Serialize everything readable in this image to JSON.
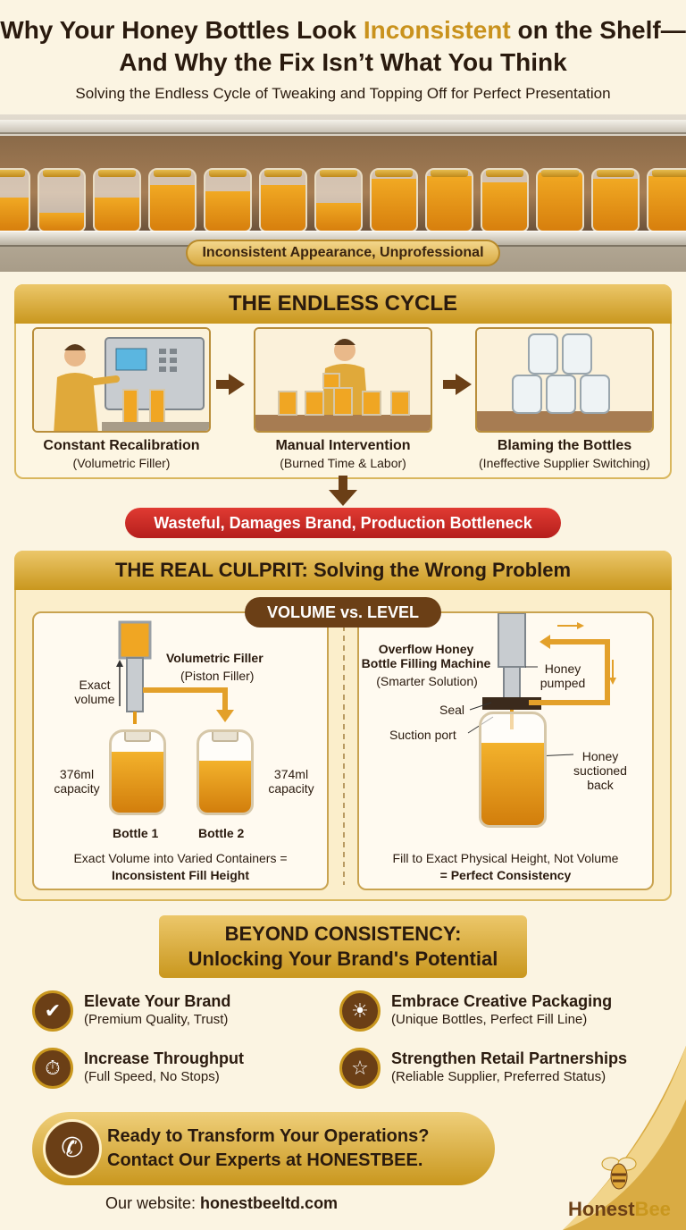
{
  "header": {
    "title_pre": "Why Your Honey Bottles Look ",
    "title_highlight": "Inconsistent",
    "title_post": " on the Shelf—And Why the Fix Isn’t What You Think",
    "subtitle": "Solving the Endless Cycle of Tweaking and Topping Off for Perfect Presentation"
  },
  "shelf": {
    "banner": "Inconsistent Appearance, Unprofessional",
    "jar_fill_levels": [
      0.55,
      0.3,
      0.55,
      0.75,
      0.65,
      0.75,
      0.45,
      0.85,
      0.9,
      0.8,
      0.95,
      0.85,
      0.9
    ]
  },
  "cycle": {
    "heading": "THE ENDLESS CYCLE",
    "steps": [
      {
        "title": "Constant Recalibration",
        "sub": "(Volumetric Filler)"
      },
      {
        "title": "Manual Intervention",
        "sub": "(Burned Time & Labor)"
      },
      {
        "title": "Blaming the Bottles",
        "sub": "(Ineffective Supplier Switching)"
      }
    ],
    "result": "Wasteful, Damages Brand, Production Bottleneck"
  },
  "culprit": {
    "heading": "THE REAL CULPRIT: Solving the Wrong Problem",
    "tag": "VOLUME vs. LEVEL",
    "left": {
      "filler_title": "Volumetric Filler",
      "filler_sub": "(Piston Filler)",
      "exact_volume": "Exact volume",
      "b1_capacity": "376ml capacity",
      "b2_capacity": "374ml capacity",
      "b1_label": "Bottle 1",
      "b2_label": "Bottle 2",
      "caption": "Exact Volume into Varied Containers =",
      "caption_bold": "Inconsistent Fill Height"
    },
    "right": {
      "machine_title": "Overflow Honey Bottle Filling Machine",
      "machine_sub": "(Smarter Solution)",
      "honey_pumped": "Honey pumped",
      "seal": "Seal",
      "suction_port": "Suction port",
      "honey_back": "Honey suctioned back",
      "caption": "Fill to Exact Physical Height, Not Volume",
      "caption_bold": "= Perfect Consistency"
    }
  },
  "beyond": {
    "line1": "BEYOND CONSISTENCY:",
    "line2": "Unlocking Your Brand's Potential",
    "benefits": [
      {
        "title": "Elevate Your Brand",
        "sub": "(Premium Quality, Trust)",
        "icon": "award-icon"
      },
      {
        "title": "Embrace Creative Packaging",
        "sub": "(Unique Bottles, Perfect Fill Line)",
        "icon": "lightbulb-icon"
      },
      {
        "title": "Increase Throughput",
        "sub": "(Full Speed, No Stops)",
        "icon": "stopwatch-icon"
      },
      {
        "title": "Strengthen Retail Partnerships",
        "sub": "(Reliable Supplier, Preferred Status)",
        "icon": "handshake-icon"
      }
    ]
  },
  "cta": {
    "line1": "Ready to Transform Your Operations?",
    "line2": "Contact Our Experts at HONESTBEE.",
    "website_label": "Our website: ",
    "website": "honestbeeltd.com",
    "logo_a": "Honest",
    "logo_b": "Bee"
  },
  "colors": {
    "gold": "#c9971e",
    "brown": "#6b3f16",
    "red": "#c4251f",
    "cream": "#fbf4e2"
  }
}
